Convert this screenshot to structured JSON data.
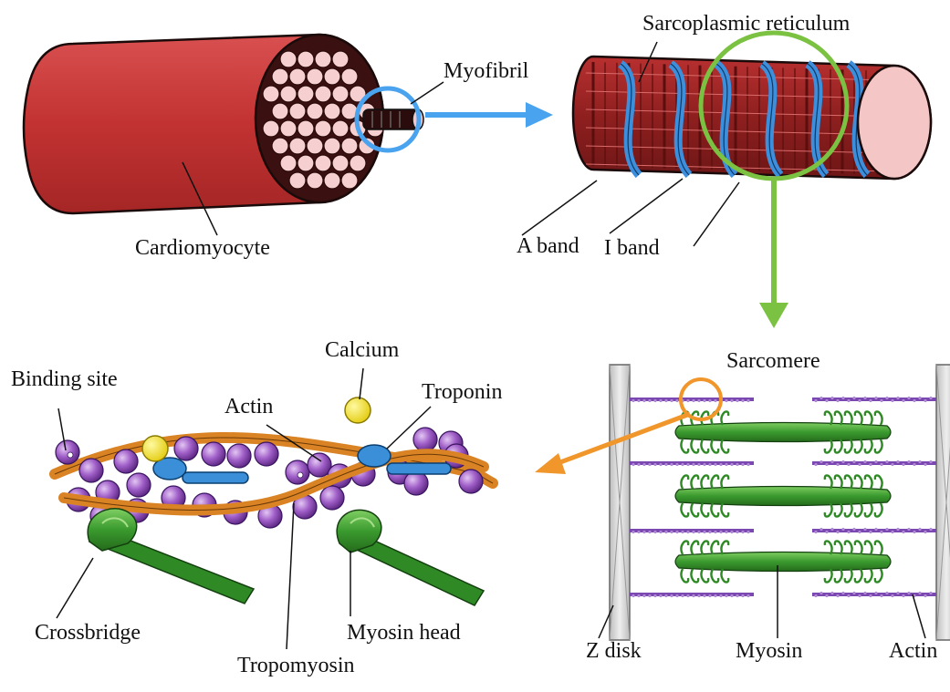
{
  "labels": {
    "myofibril": "Myofibril",
    "sarcoplasmic_reticulum": "Sarcoplasmic reticulum",
    "cardiomyocyte": "Cardiomyocyte",
    "a_band": "A band",
    "i_band": "I band",
    "sarcomere": "Sarcomere",
    "calcium": "Calcium",
    "binding_site": "Binding site",
    "actin_top": "Actin",
    "troponin": "Troponin",
    "crossbridge": "Crossbridge",
    "myosin_head": "Myosin head",
    "tropomyosin": "Tropomyosin",
    "z_disk": "Z disk",
    "myosin": "Myosin",
    "actin_bottom": "Actin"
  },
  "colors": {
    "cell_red": "#cc3b3b",
    "myofibril_dark": "#8a1c1c",
    "pink": "#f4c6c6",
    "sr_blue": "#3d8fdc",
    "zoom_blue": "#4aa3ee",
    "zoom_green": "#7bc142",
    "zoom_orange": "#f0962a",
    "myosin_green": "#3a9a2e",
    "actin_purple": "#9b5fc0",
    "tropomyosin_orange": "#d98324",
    "troponin_blue": "#3a8fd8",
    "calcium_yellow": "#f0e130",
    "zdisk_gray": "#d3d3d3"
  }
}
